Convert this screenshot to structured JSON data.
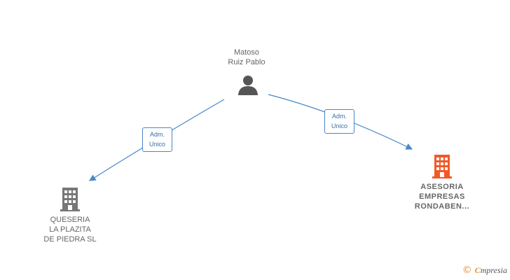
{
  "nodes": {
    "person": {
      "lines": [
        "Matoso",
        "Ruiz Pablo"
      ],
      "icon": "person-icon",
      "color": "#555555"
    },
    "company_left": {
      "lines": [
        "QUESERIA",
        "LA PLAZITA",
        "DE PIEDRA  SL"
      ],
      "icon": "building-icon",
      "color": "#777777"
    },
    "company_right": {
      "lines": [
        "ASESORIA",
        "EMPRESAS",
        "RONDABEN..."
      ],
      "icon": "building-icon",
      "color": "#f05a28"
    }
  },
  "edges": {
    "left": {
      "lines": [
        "Adm.",
        "Unico"
      ]
    },
    "right": {
      "lines": [
        "Adm.",
        "Unico"
      ]
    }
  },
  "colors": {
    "edge": "#4a86c8"
  },
  "brand": {
    "copyright": "©",
    "initial": "C",
    "name": "mpresia"
  }
}
